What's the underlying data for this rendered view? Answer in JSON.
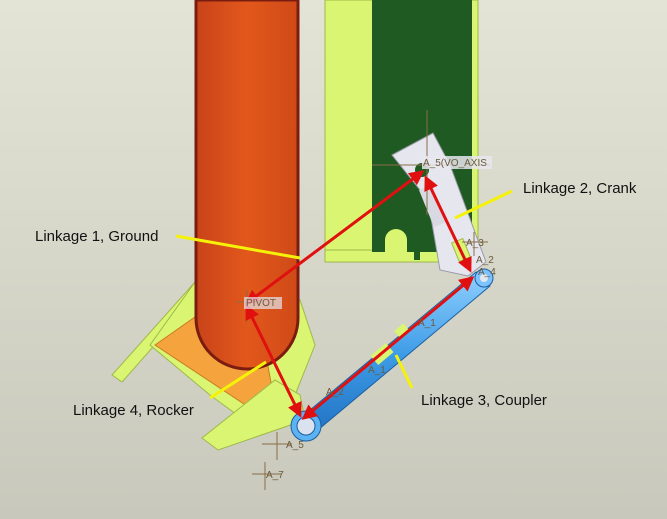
{
  "callouts": {
    "ground": "Linkage 1, Ground",
    "crank": "Linkage 2, Crank",
    "coupler": "Linkage 3, Coupler",
    "rocker": "Linkage 4, Rocker"
  },
  "axis_tags": {
    "pivot_axis": "A_5(VO_AXIS",
    "pivot": "PIVOT",
    "a3": "A_3",
    "a2": "A_2",
    "a4": "A_4",
    "a1_upper": "A_1",
    "a1_lower": "A_1",
    "a2_lower": "A_2",
    "a5": "A_5",
    "a7": "A_7"
  },
  "colors": {
    "background_top": "#e3e3d5",
    "background_bottom": "#c9c9bd",
    "ground_link": "#e0561a",
    "green_plate": "#1f5a22",
    "lime_frame": "#d9f571",
    "crank_link": "#e6e6ef",
    "coupler_link": "#4aa3e8",
    "rocker_plate": "#f5a33c",
    "arrow": "#e01010",
    "pointer": "#f5f20a"
  }
}
